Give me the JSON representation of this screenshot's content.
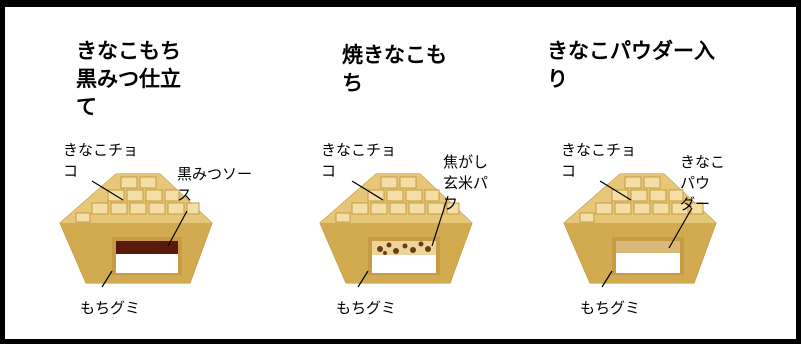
{
  "panels": [
    {
      "title": "きなこもち\n黒みつ仕立\nて",
      "label_top": "きなこチョ\nコ",
      "label_side": "黒みつソー\nス",
      "label_bottom": "もちグミ"
    },
    {
      "title": "焼きなこも\nち",
      "label_top": "きなこチョ\nコ",
      "label_side": "焦がし\n玄米パ\nフ",
      "label_bottom": "もちグミ"
    },
    {
      "title": "きなこパウダー入\nり",
      "label_top": "きなこチョ\nコ",
      "label_side": "きなこ\nパウ\nダー",
      "label_bottom": "もちグミ"
    }
  ],
  "colors": {
    "chocolate_light": "#eed79a",
    "chocolate_mid": "#dcb761",
    "chocolate_dark": "#b8913c",
    "mochi": "#ffffff",
    "kuromitsu": "#5a1a0a",
    "puff": "#6b3b12",
    "kinako_powder": "#d9b87c",
    "frame": "#000000"
  }
}
